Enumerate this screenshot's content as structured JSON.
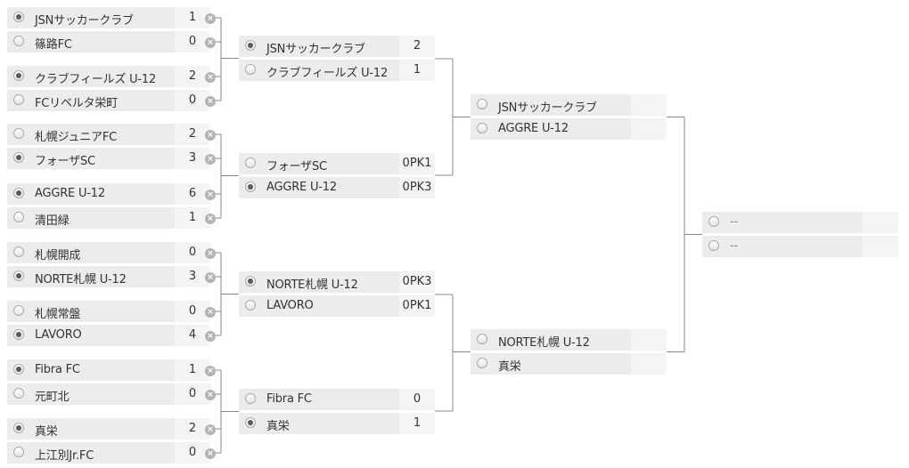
{
  "bracket": {
    "round1": [
      {
        "name": "JSNサッカークラブ",
        "score": "1",
        "checked": true
      },
      {
        "name": "篠路FC",
        "score": "0",
        "checked": false
      },
      {
        "name": "クラブフィールズ U-12",
        "score": "2",
        "checked": true
      },
      {
        "name": "FCリベルタ栄町",
        "score": "0",
        "checked": false
      },
      {
        "name": "札幌ジュニアFC",
        "score": "2",
        "checked": false
      },
      {
        "name": "フォーザSC",
        "score": "3",
        "checked": true
      },
      {
        "name": "AGGRE U-12",
        "score": "6",
        "checked": true
      },
      {
        "name": "清田緑",
        "score": "1",
        "checked": false
      },
      {
        "name": "札幌開成",
        "score": "0",
        "checked": false
      },
      {
        "name": "NORTE札幌 U-12",
        "score": "3",
        "checked": true
      },
      {
        "name": "札幌常盤",
        "score": "0",
        "checked": false
      },
      {
        "name": "LAVORO",
        "score": "4",
        "checked": true
      },
      {
        "name": "Fibra FC",
        "score": "1",
        "checked": true
      },
      {
        "name": "元町北",
        "score": "0",
        "checked": false
      },
      {
        "name": "真栄",
        "score": "2",
        "checked": true
      },
      {
        "name": "上江別Jr.FC",
        "score": "0",
        "checked": false
      }
    ],
    "round2": [
      {
        "name": "JSNサッカークラブ",
        "score": "2",
        "checked": true
      },
      {
        "name": "クラブフィールズ U-12",
        "score": "1",
        "checked": false
      },
      {
        "name": "フォーザSC",
        "score": "0PK1",
        "checked": false
      },
      {
        "name": "AGGRE U-12",
        "score": "0PK3",
        "checked": true
      },
      {
        "name": "NORTE札幌 U-12",
        "score": "0PK3",
        "checked": true
      },
      {
        "name": "LAVORO",
        "score": "0PK1",
        "checked": false
      },
      {
        "name": "Fibra FC",
        "score": "0",
        "checked": false
      },
      {
        "name": "真栄",
        "score": "1",
        "checked": true
      }
    ],
    "round3": [
      {
        "name": "JSNサッカークラブ",
        "score": "",
        "checked": false
      },
      {
        "name": "AGGRE U-12",
        "score": "",
        "checked": false
      },
      {
        "name": "NORTE札幌 U-12",
        "score": "",
        "checked": false
      },
      {
        "name": "真栄",
        "score": "",
        "checked": false
      }
    ],
    "final": [
      {
        "name": "--",
        "score": "",
        "checked": false
      },
      {
        "name": "--",
        "score": "",
        "checked": false
      }
    ],
    "remove_icon": "x-circle-icon",
    "radio_icon": "radio-icon",
    "colors": {
      "slot_bg": "#ececec",
      "score_bg": "#f4f4f4",
      "line": "#888888",
      "icon": "#b3b3b3"
    }
  }
}
